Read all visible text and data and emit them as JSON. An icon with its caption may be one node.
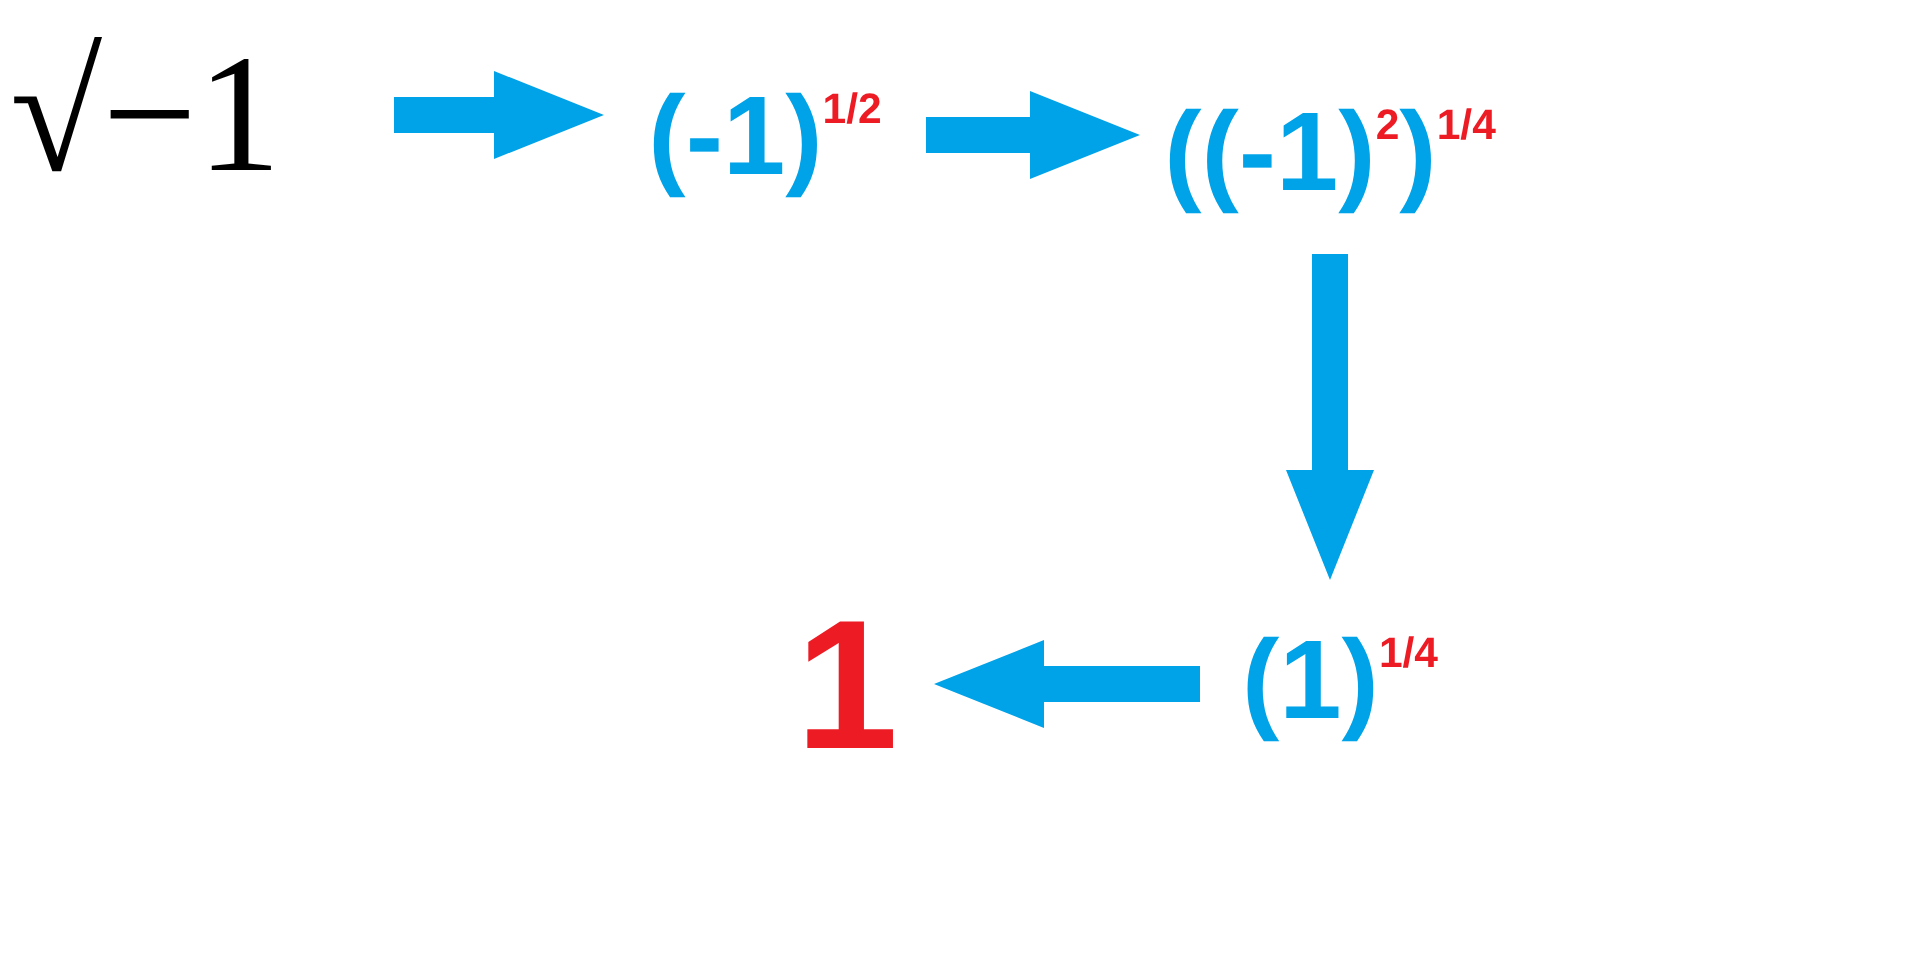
{
  "diagram": {
    "nodes": [
      {
        "text": [
          "√−1"
        ]
      },
      {
        "text": [
          "(-1)$^{1/2}$"
        ]
      },
      {
        "text": [
          "((-1)$^{2}$)$^{1/4}$"
        ]
      },
      {
        "text": [
          "(1)$^{1/4}$"
        ]
      },
      {
        "text": [
          "1"
        ]
      }
    ],
    "edges": [
      {
        "from": 0,
        "to": 1,
        "arrow": "to"
      },
      {
        "from": 1,
        "to": 2,
        "arrow": "to"
      },
      {
        "from": 2,
        "to": 3,
        "arrow": "to"
      },
      {
        "from": 3,
        "to": 4,
        "arrow": "to"
      }
    ]
  }
}
